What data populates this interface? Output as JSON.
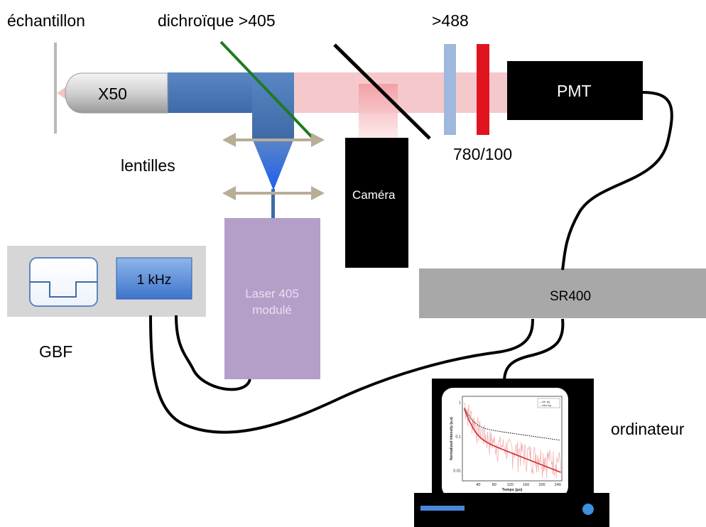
{
  "labels": {
    "sample": "échantillon",
    "dichroic": "dichroïque >405",
    "filter_488": ">488",
    "filter_780": "780/100",
    "lenses": "lentilles",
    "gbf": "GBF",
    "computer": "ordinateur"
  },
  "components": {
    "objective": "X50",
    "pmt": "PMT",
    "camera": "Caméra",
    "laser_line1": "Laser 405",
    "laser_line2": "modulé",
    "gbf_frequency": "1 kHz",
    "sr400": "SR400"
  },
  "colors": {
    "beam_blue": "#4a78b8",
    "beam_red": "#f4c3c6",
    "laser_box": "#b39fc8",
    "sr400_box": "#a8a8a8",
    "gbf_box": "#d6d6d6",
    "red_filter": "#e0141e",
    "blue_filter": "#9fb8de",
    "dichroic": "#1f7a22",
    "cable": "#000000"
  },
  "screen_plot": {
    "ylabel": "Normalized intensity (a.u)",
    "xlabel": "Temps (µs)",
    "xticks": [
      "40",
      "80",
      "120",
      "160",
      "200",
      "240"
    ],
    "yticks": [
      "1",
      "0.1",
      "0.01"
    ],
    "legend_short": [
      "— Ab. bg",
      "— Ab/o bg"
    ]
  }
}
